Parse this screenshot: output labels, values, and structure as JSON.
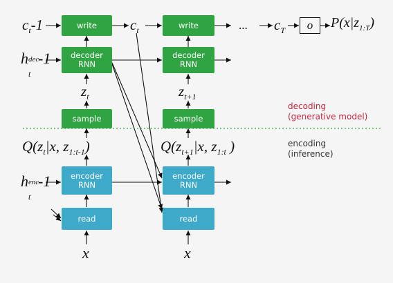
{
  "blocks": {
    "write": "write",
    "decoder_line1": "decoder",
    "decoder_line2": "RNN",
    "sample": "sample",
    "encoder_line1": "encoder",
    "encoder_line2": "RNN",
    "read": "read"
  },
  "symbols": {
    "c_prev": {
      "base": "c",
      "sub": "t",
      "tail": "-1"
    },
    "c_t": {
      "base": "c",
      "sub": "t"
    },
    "ellipsis": "...",
    "c_T": {
      "base": "c",
      "sub": "T"
    },
    "output_op": "o",
    "output": {
      "prefix": "P(x|z",
      "sub": "1:T",
      "suffix": ")"
    },
    "h_dec": {
      "base": "h",
      "sub": "t",
      "sup": "dec",
      "tail": "-1"
    },
    "h_enc": {
      "base": "h",
      "sub": "t",
      "sup": "enc",
      "tail": "-1"
    },
    "z_t": {
      "base": "z",
      "sub": "t"
    },
    "z_t1": {
      "base": "z",
      "sub": "t+1"
    },
    "q_left": {
      "prefix": "Q(z",
      "sub1": "t",
      "mid": "|x, z",
      "sub2": "1:t-1",
      "suffix": ")"
    },
    "q_right": {
      "prefix": "Q(z",
      "sub1": "t+1",
      "mid": "|x, z",
      "sub2": "1:t",
      "suffix": " )"
    },
    "x": "x"
  },
  "labels": {
    "decoding_line1": "decoding",
    "decoding_line2": "(generative model)",
    "encoding_line1": "encoding",
    "encoding_line2": "(inference)"
  },
  "colors": {
    "decoder_block": "#30a442",
    "encoder_block": "#3ea9c8",
    "decoding_label": "#c8263f",
    "encoding_label": "#333333",
    "divider": "#30a442"
  }
}
